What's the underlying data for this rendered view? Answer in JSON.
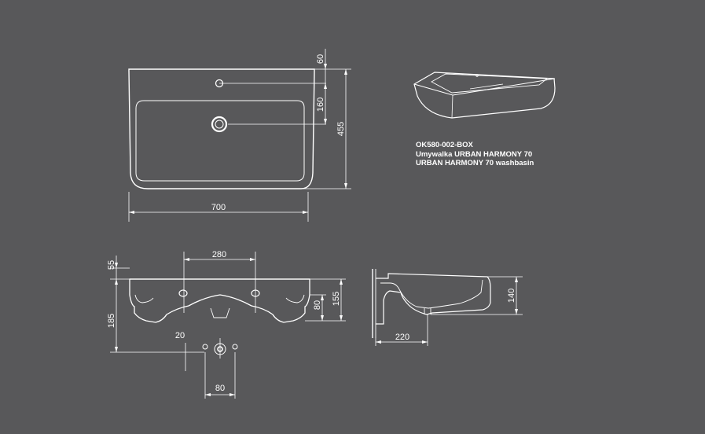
{
  "caption": {
    "code": "OK580-002-BOX",
    "name_pl": "Umywalka URBAN HARMONY 70",
    "name_en": "URBAN HARMONY 70 washbasin"
  },
  "top_view": {
    "width": "700",
    "height": "455",
    "tap_offset": "60",
    "drain_offset": "160"
  },
  "front_view": {
    "tap_spacing": "280",
    "rim": "55",
    "mount_height": "185",
    "bowl_depth": "80",
    "overall_height": "155"
  },
  "drain_detail": {
    "offset": "20",
    "spacing": "80"
  },
  "side_view": {
    "depth": "220",
    "height": "140"
  },
  "colors": {
    "background": "#58585a",
    "line": "#ffffff",
    "fill": "#ffffff"
  }
}
